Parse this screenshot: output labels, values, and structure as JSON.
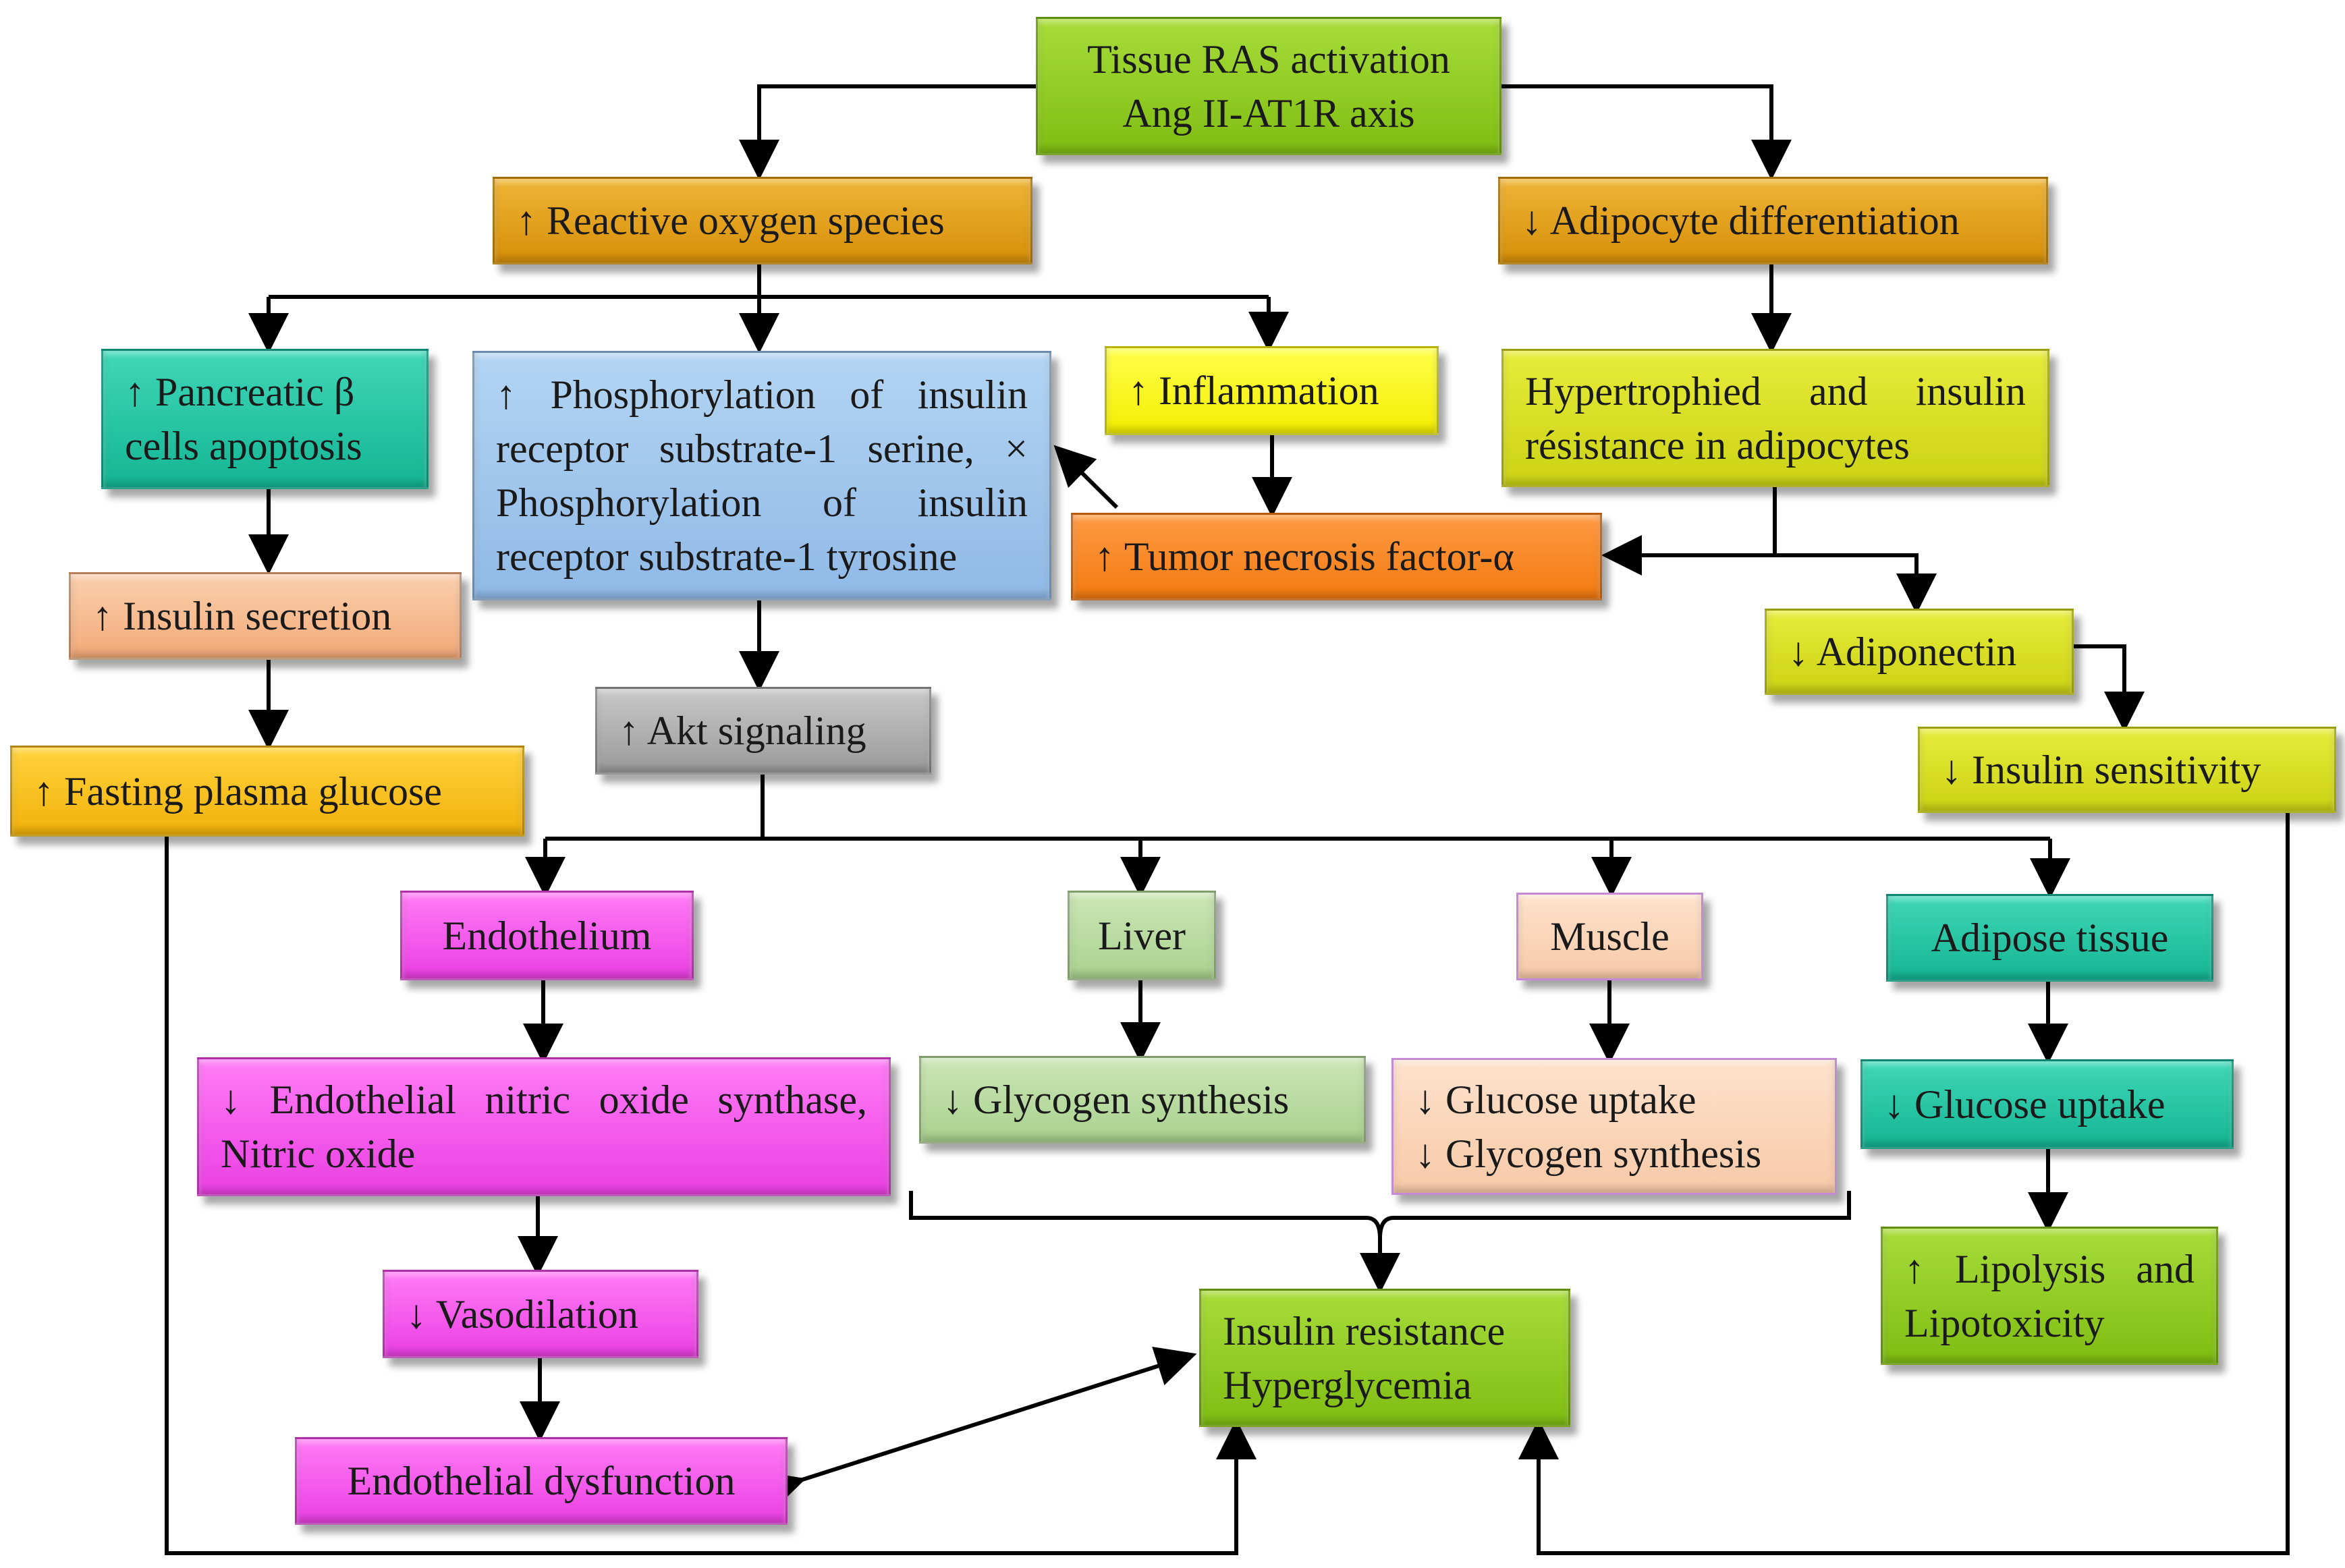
{
  "nodes": {
    "tissue_ras": "Tissue RAS activation\nAng II-AT1R axis",
    "ros": "↑ Reactive oxygen species",
    "adipocyte_diff": "↓ Adipocyte differentiation",
    "pancreatic": "↑ Pancreatic β\ncells apoptosis",
    "phosphorylation": "↑ Phosphorylation of insulin receptor substrate-1 serine, × Phosphorylation of insulin receptor substrate-1 tyrosine",
    "inflammation": "↑ Inflammation",
    "hypertrophied": "Hypertrophied and insulin résistance in adipocytes",
    "insulin_secretion": "↑ Insulin secretion",
    "tnf": "↑ Tumor necrosis factor-α",
    "adiponectin": "↓ Adiponectin",
    "akt": "↑ Akt signaling",
    "fasting_glucose": "↑ Fasting plasma glucose",
    "insulin_sensitivity": "↓ Insulin sensitivity",
    "endothelium": "Endothelium",
    "liver": "Liver",
    "muscle": "Muscle",
    "adipose": "Adipose tissue",
    "enos": "↓ Endothelial nitric oxide synthase, Nitric oxide",
    "glycogen_liver": "↓ Glycogen synthesis",
    "muscle_effects": "↓ Glucose uptake\n↓ Glycogen synthesis",
    "glucose_uptake_adipose": "↓ Glucose uptake",
    "vasodilation": "↓ Vasodilation",
    "insulin_resistance": "Insulin resistance\nHyperglycemia",
    "lipolysis": "↑ Lipolysis and Lipotoxicity",
    "endothelial_dysfunction": "Endothelial dysfunction"
  }
}
